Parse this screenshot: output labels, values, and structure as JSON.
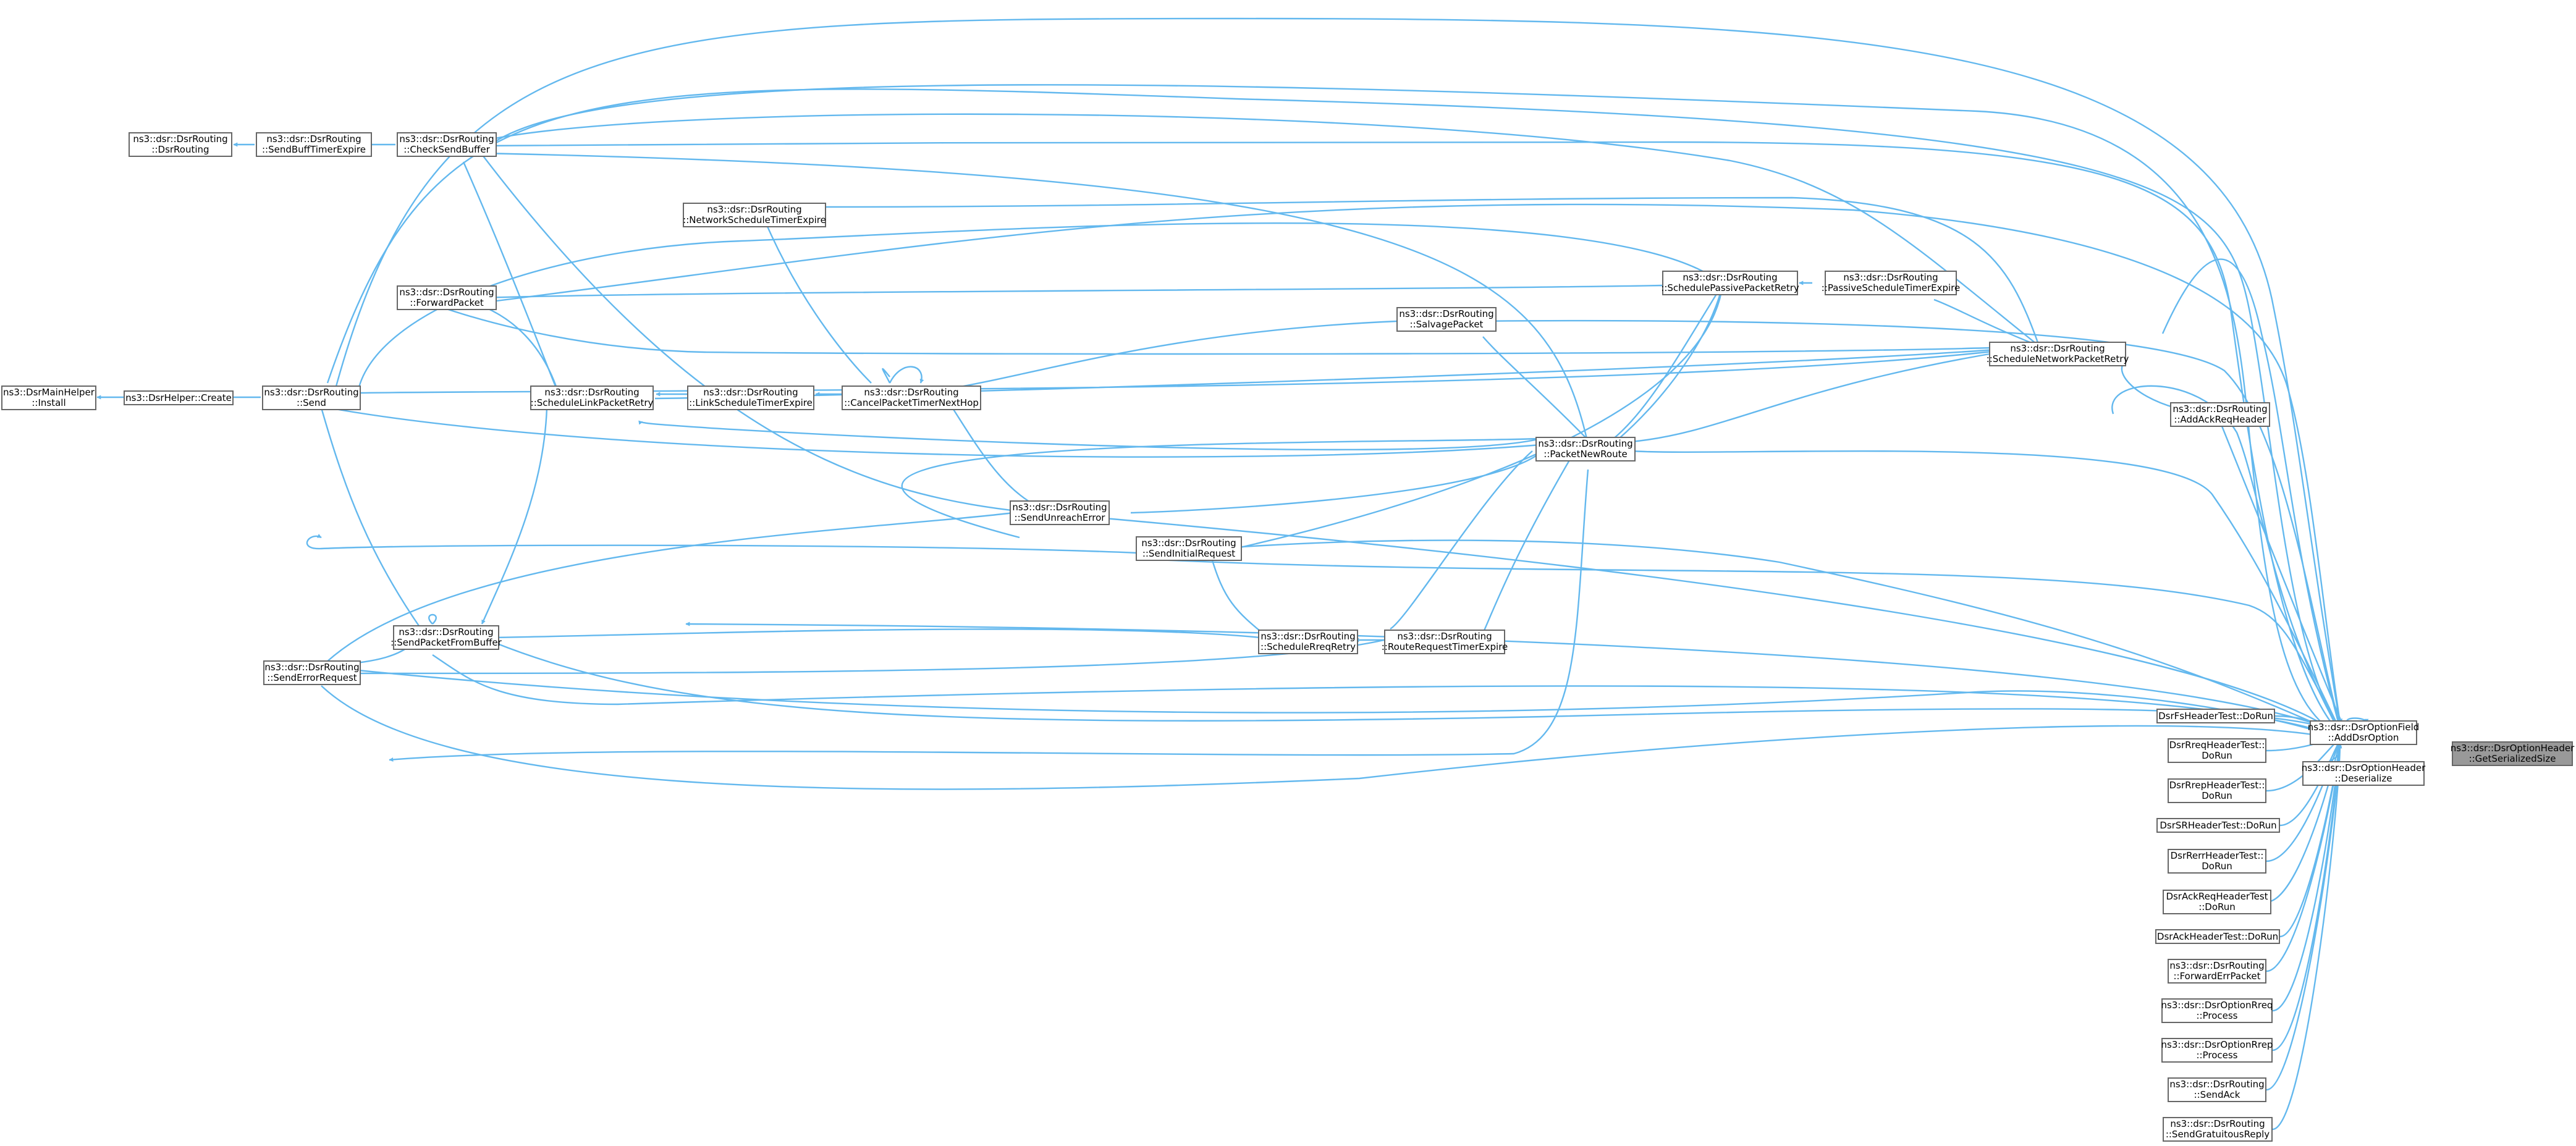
{
  "colors": {
    "edge": "#63b8ee",
    "node_border": "#666666",
    "focus_fill": "#999999",
    "background": "#ffffff"
  },
  "nodes": [
    {
      "id": "sendbuff_dsr",
      "lines": [
        "ns3::dsr::DsrRouting",
        "::DsrRouting"
      ]
    },
    {
      "id": "sendbufftimer",
      "lines": [
        "ns3::dsr::DsrRouting",
        "::SendBuffTimerExpire"
      ]
    },
    {
      "id": "checksendbuffer",
      "lines": [
        "ns3::dsr::DsrRouting",
        "::CheckSendBuffer"
      ]
    },
    {
      "id": "netsched",
      "lines": [
        "ns3::dsr::DsrRouting",
        "::NetworkScheduleTimerExpire"
      ]
    },
    {
      "id": "forwardpacket",
      "lines": [
        "ns3::dsr::DsrRouting",
        "::ForwardPacket"
      ]
    },
    {
      "id": "schedpassive",
      "lines": [
        "ns3::dsr::DsrRouting",
        "::SchedulePassivePacketRetry"
      ]
    },
    {
      "id": "passivesched",
      "lines": [
        "ns3::dsr::DsrRouting",
        "::PassiveScheduleTimerExpire"
      ]
    },
    {
      "id": "salvage",
      "lines": [
        "ns3::dsr::DsrRouting",
        "::SalvagePacket"
      ]
    },
    {
      "id": "schednetwork",
      "lines": [
        "ns3::dsr::DsrRouting",
        "::ScheduleNetworkPacketRetry"
      ]
    },
    {
      "id": "mainhelper",
      "lines": [
        "ns3::DsrMainHelper",
        "::Install"
      ]
    },
    {
      "id": "helpercreate",
      "lines": [
        "ns3::DsrHelper::Create"
      ]
    },
    {
      "id": "send",
      "lines": [
        "ns3::dsr::DsrRouting",
        "::Send"
      ]
    },
    {
      "id": "schedlink",
      "lines": [
        "ns3::dsr::DsrRouting",
        "::ScheduleLinkPacketRetry"
      ]
    },
    {
      "id": "linksched",
      "lines": [
        "ns3::dsr::DsrRouting",
        "::LinkScheduleTimerExpire"
      ]
    },
    {
      "id": "cancelpacket",
      "lines": [
        "ns3::dsr::DsrRouting",
        "::CancelPacketTimerNextHop"
      ]
    },
    {
      "id": "packetnewroute",
      "lines": [
        "ns3::dsr::DsrRouting",
        "::PacketNewRoute"
      ]
    },
    {
      "id": "addackreq",
      "lines": [
        "ns3::dsr::DsrRouting",
        "::AddAckReqHeader"
      ]
    },
    {
      "id": "sendunreach",
      "lines": [
        "ns3::dsr::DsrRouting",
        "::SendUnreachError"
      ]
    },
    {
      "id": "sendinitial",
      "lines": [
        "ns3::dsr::DsrRouting",
        "::SendInitialRequest"
      ]
    },
    {
      "id": "sendfrombuffer",
      "lines": [
        "ns3::dsr::DsrRouting",
        "::SendPacketFromBuffer"
      ]
    },
    {
      "id": "schedrreq",
      "lines": [
        "ns3::dsr::DsrRouting",
        "::ScheduleRreqRetry"
      ]
    },
    {
      "id": "routereqtimer",
      "lines": [
        "ns3::dsr::DsrRouting",
        "::RouteRequestTimerExpire"
      ]
    },
    {
      "id": "senderrreq",
      "lines": [
        "ns3::dsr::DsrRouting",
        "::SendErrorRequest"
      ]
    },
    {
      "id": "fsheader",
      "lines": [
        "DsrFsHeaderTest::DoRun"
      ]
    },
    {
      "id": "addoption",
      "lines": [
        "ns3::dsr::DsrOptionField",
        "::AddDsrOption"
      ]
    },
    {
      "id": "getsize",
      "lines": [
        "ns3::dsr::DsrOptionHeader",
        "::GetSerializedSize"
      ]
    },
    {
      "id": "rreqheader",
      "lines": [
        "DsrRreqHeaderTest::",
        "DoRun"
      ]
    },
    {
      "id": "deserialize",
      "lines": [
        "ns3::dsr::DsrOptionHeader",
        "::Deserialize"
      ]
    },
    {
      "id": "rrepheader",
      "lines": [
        "DsrRrepHeaderTest::",
        "DoRun"
      ]
    },
    {
      "id": "srheader",
      "lines": [
        "DsrSRHeaderTest::DoRun"
      ]
    },
    {
      "id": "rerrheader",
      "lines": [
        "DsrRerrHeaderTest::",
        "DoRun"
      ]
    },
    {
      "id": "ackreqheader",
      "lines": [
        "DsrAckReqHeaderTest",
        "::DoRun"
      ]
    },
    {
      "id": "ackheader",
      "lines": [
        "DsrAckHeaderTest::DoRun"
      ]
    },
    {
      "id": "forwarderr",
      "lines": [
        "ns3::dsr::DsrRouting",
        "::ForwardErrPacket"
      ]
    },
    {
      "id": "rreqprocess",
      "lines": [
        "ns3::dsr::DsrOptionRreq",
        "::Process"
      ]
    },
    {
      "id": "rrepprocess",
      "lines": [
        "ns3::dsr::DsrOptionRrep",
        "::Process"
      ]
    },
    {
      "id": "sendack",
      "lines": [
        "ns3::dsr::DsrRouting",
        "::SendAck"
      ]
    },
    {
      "id": "sendgratuitous",
      "lines": [
        "ns3::dsr::DsrRouting",
        "::SendGratuitousReply"
      ]
    }
  ]
}
